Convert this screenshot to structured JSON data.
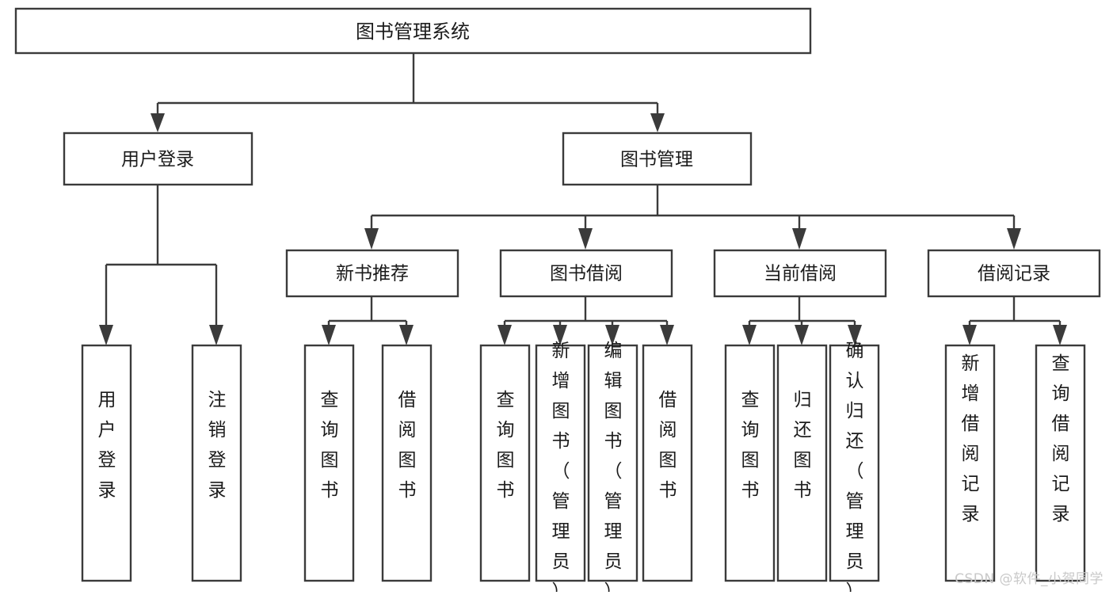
{
  "diagram": {
    "type": "tree-hierarchy-flowchart",
    "orientation": "top-down",
    "root": {
      "id": "root",
      "label": "图书管理系统"
    },
    "level1": [
      {
        "id": "user-login",
        "label": "用户登录"
      },
      {
        "id": "book-manage",
        "label": "图书管理"
      }
    ],
    "level2": [
      {
        "id": "new-book-recommend",
        "label": "新书推荐",
        "parent": "book-manage"
      },
      {
        "id": "book-borrow",
        "label": "图书借阅",
        "parent": "book-manage"
      },
      {
        "id": "current-borrow",
        "label": "当前借阅",
        "parent": "book-manage"
      },
      {
        "id": "borrow-record",
        "label": "借阅记录",
        "parent": "book-manage"
      }
    ],
    "leaves": [
      {
        "id": "leaf-user-login",
        "label": "用户登录",
        "parent": "user-login"
      },
      {
        "id": "leaf-logout-login",
        "label": "注销登录",
        "parent": "user-login"
      },
      {
        "id": "leaf-query-book-1",
        "label": "查询图书",
        "parent": "new-book-recommend"
      },
      {
        "id": "leaf-borrow-book-1",
        "label": "借阅图书",
        "parent": "new-book-recommend"
      },
      {
        "id": "leaf-query-book-2",
        "label": "查询图书",
        "parent": "book-borrow"
      },
      {
        "id": "leaf-add-book",
        "label": "新增图书（管理员）",
        "parent": "book-borrow"
      },
      {
        "id": "leaf-edit-book",
        "label": "编辑图书（管理员）",
        "parent": "book-borrow"
      },
      {
        "id": "leaf-borrow-book-2",
        "label": "借阅图书",
        "parent": "book-borrow"
      },
      {
        "id": "leaf-query-book-3",
        "label": "查询图书",
        "parent": "current-borrow"
      },
      {
        "id": "leaf-return-book",
        "label": "归还图书",
        "parent": "current-borrow"
      },
      {
        "id": "leaf-confirm-return",
        "label": "确认归还（管理员）",
        "parent": "current-borrow"
      },
      {
        "id": "leaf-add-record",
        "label": "新增借阅记录",
        "parent": "borrow-record"
      },
      {
        "id": "leaf-query-record",
        "label": "查询借阅记录",
        "parent": "borrow-record"
      }
    ]
  },
  "colors": {
    "box_stroke": "#3b3b3b",
    "box_fill": "#ffffff",
    "text": "#1b1b1b",
    "watermark": "#c9c9c9",
    "background": "#ffffff"
  },
  "watermark": {
    "text": "CSDN @软件_小贺同学"
  }
}
